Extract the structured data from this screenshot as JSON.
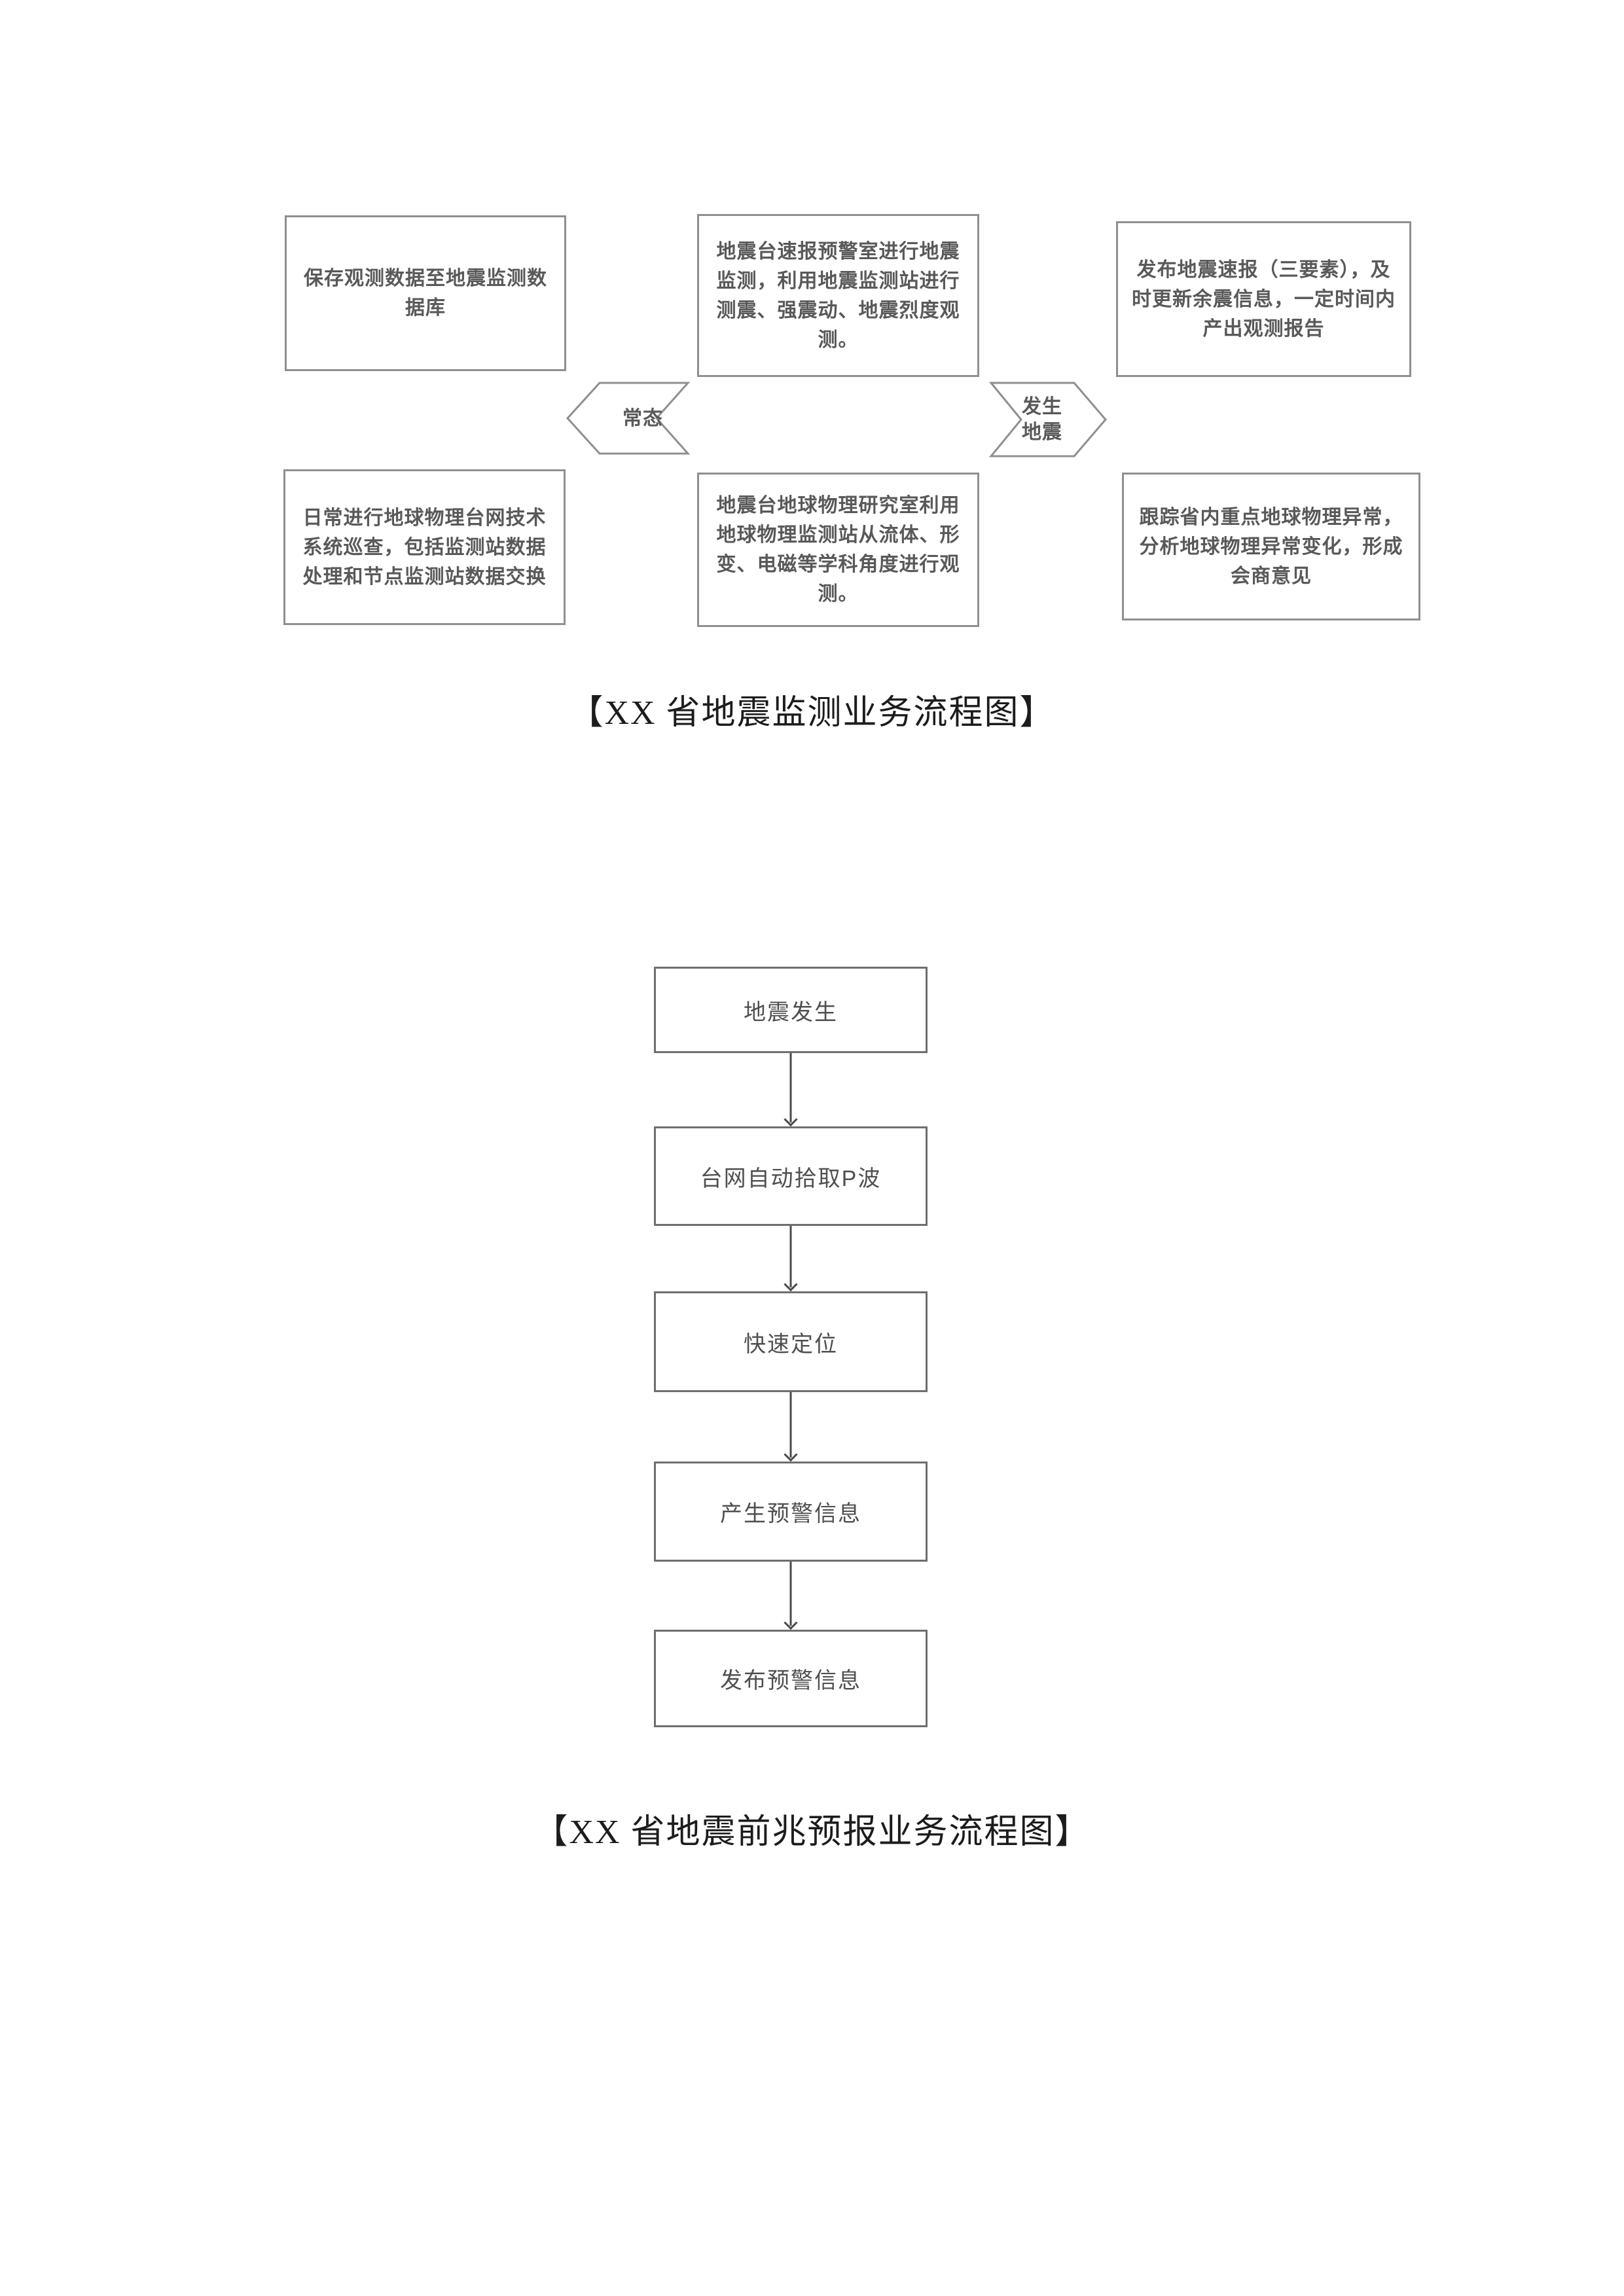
{
  "colors": {
    "page_bg": "#ffffff",
    "box_border": "#8f8f8f",
    "box_text": "#595959",
    "step_border": "#6e6e6e",
    "step_text": "#4f4f4f",
    "arrow": "#4a4a4a",
    "caption_text": "#1c1c1c"
  },
  "flowchart1": {
    "caption": "【XX 省地震监测业务流程图】",
    "boxes": {
      "top_left": "保存观测数据至地震监测数据库",
      "top_middle": "地震台速报预警室进行地震监测，利用地震监测站进行测震、强震动、地震烈度观测。",
      "top_right": "发布地震速报（三要素），及时更新余震信息，一定时间内产出观测报告",
      "bottom_left": "日常进行地球物理台网技术系统巡查，包括监测站数据处理和节点监测站数据交换",
      "bottom_middle": "地震台地球物理研究室利用地球物理监测站从流体、形变、电磁等学科角度进行观测。",
      "bottom_right": "跟踪省内重点地球物理异常，分析地球物理异常变化，形成会商意见"
    },
    "labels": {
      "normal_state": "常态",
      "earthquake_occurs": "发生地震"
    }
  },
  "flowchart2": {
    "caption": "【XX 省地震前兆预报业务流程图】",
    "steps": [
      "地震发生",
      "台网自动拾取P波",
      "快速定位",
      "产生预警信息",
      "发布预警信息"
    ]
  }
}
